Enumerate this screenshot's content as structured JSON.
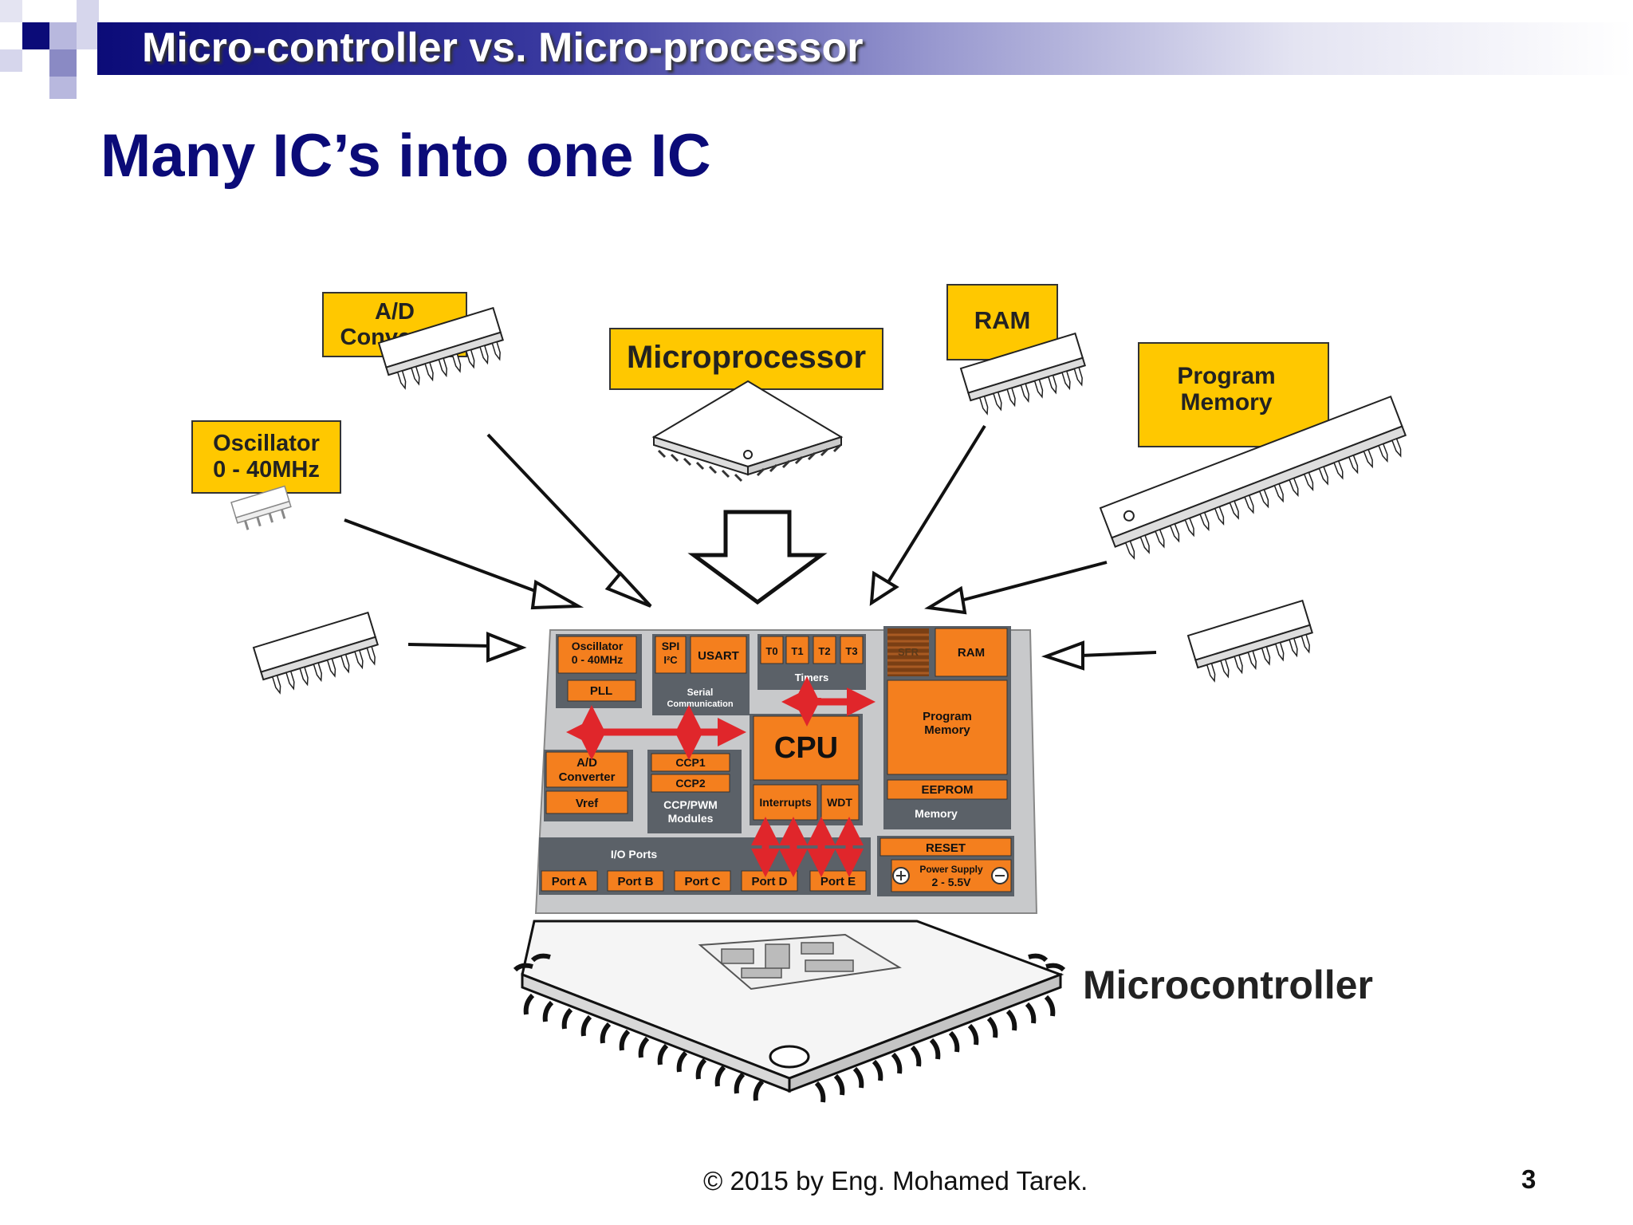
{
  "header": {
    "title": "Micro-controller vs. Micro-processor"
  },
  "slide": {
    "subtitle": "Many IC’s into one IC"
  },
  "diagram": {
    "chips": {
      "ad_converter": [
        "A/D",
        "Converter"
      ],
      "microprocessor": "Microprocessor",
      "ram": "RAM",
      "program_memory": [
        "Program",
        "Memory"
      ],
      "oscillator": [
        "Oscillator",
        "0 - 40MHz"
      ]
    },
    "mcu": {
      "oscillator": [
        "Oscillator",
        "0 - 40MHz"
      ],
      "pll": "PLL",
      "spi": "SPI",
      "i2c": "I²C",
      "usart": "USART",
      "serial": [
        "Serial",
        "Communication"
      ],
      "timers": [
        "T0",
        "T1",
        "T2",
        "T3"
      ],
      "timers_label": "Timers",
      "sfr": "SFR",
      "ram": "RAM",
      "program_memory": [
        "Program",
        "Memory"
      ],
      "eeprom": "EEPROM",
      "memory_label": "Memory",
      "cpu": "CPU",
      "interrupts": "Interrupts",
      "wdt": "WDT",
      "ad": [
        "A/D",
        "Converter"
      ],
      "vref": "Vref",
      "ccp1": "CCP1",
      "ccp2": "CCP2",
      "ccp_label": [
        "CCP/PWM",
        "Modules"
      ],
      "io_label": "I/O Ports",
      "ports": [
        "Port A",
        "Port B",
        "Port C",
        "Port D",
        "Port E"
      ],
      "reset": "RESET",
      "power": [
        "Power Supply",
        "2 - 5.5V"
      ]
    },
    "microcontroller_label": "Microcontroller"
  },
  "footer": {
    "copyright": "© 2015 by Eng. Mohamed Tarek.",
    "page": "3"
  },
  "colors": {
    "navy": "#0b0b78",
    "yellow": "#ffc800",
    "orange": "#f47f1e",
    "panel_gray": "#5b6168",
    "arrow_red": "#e0262b"
  }
}
